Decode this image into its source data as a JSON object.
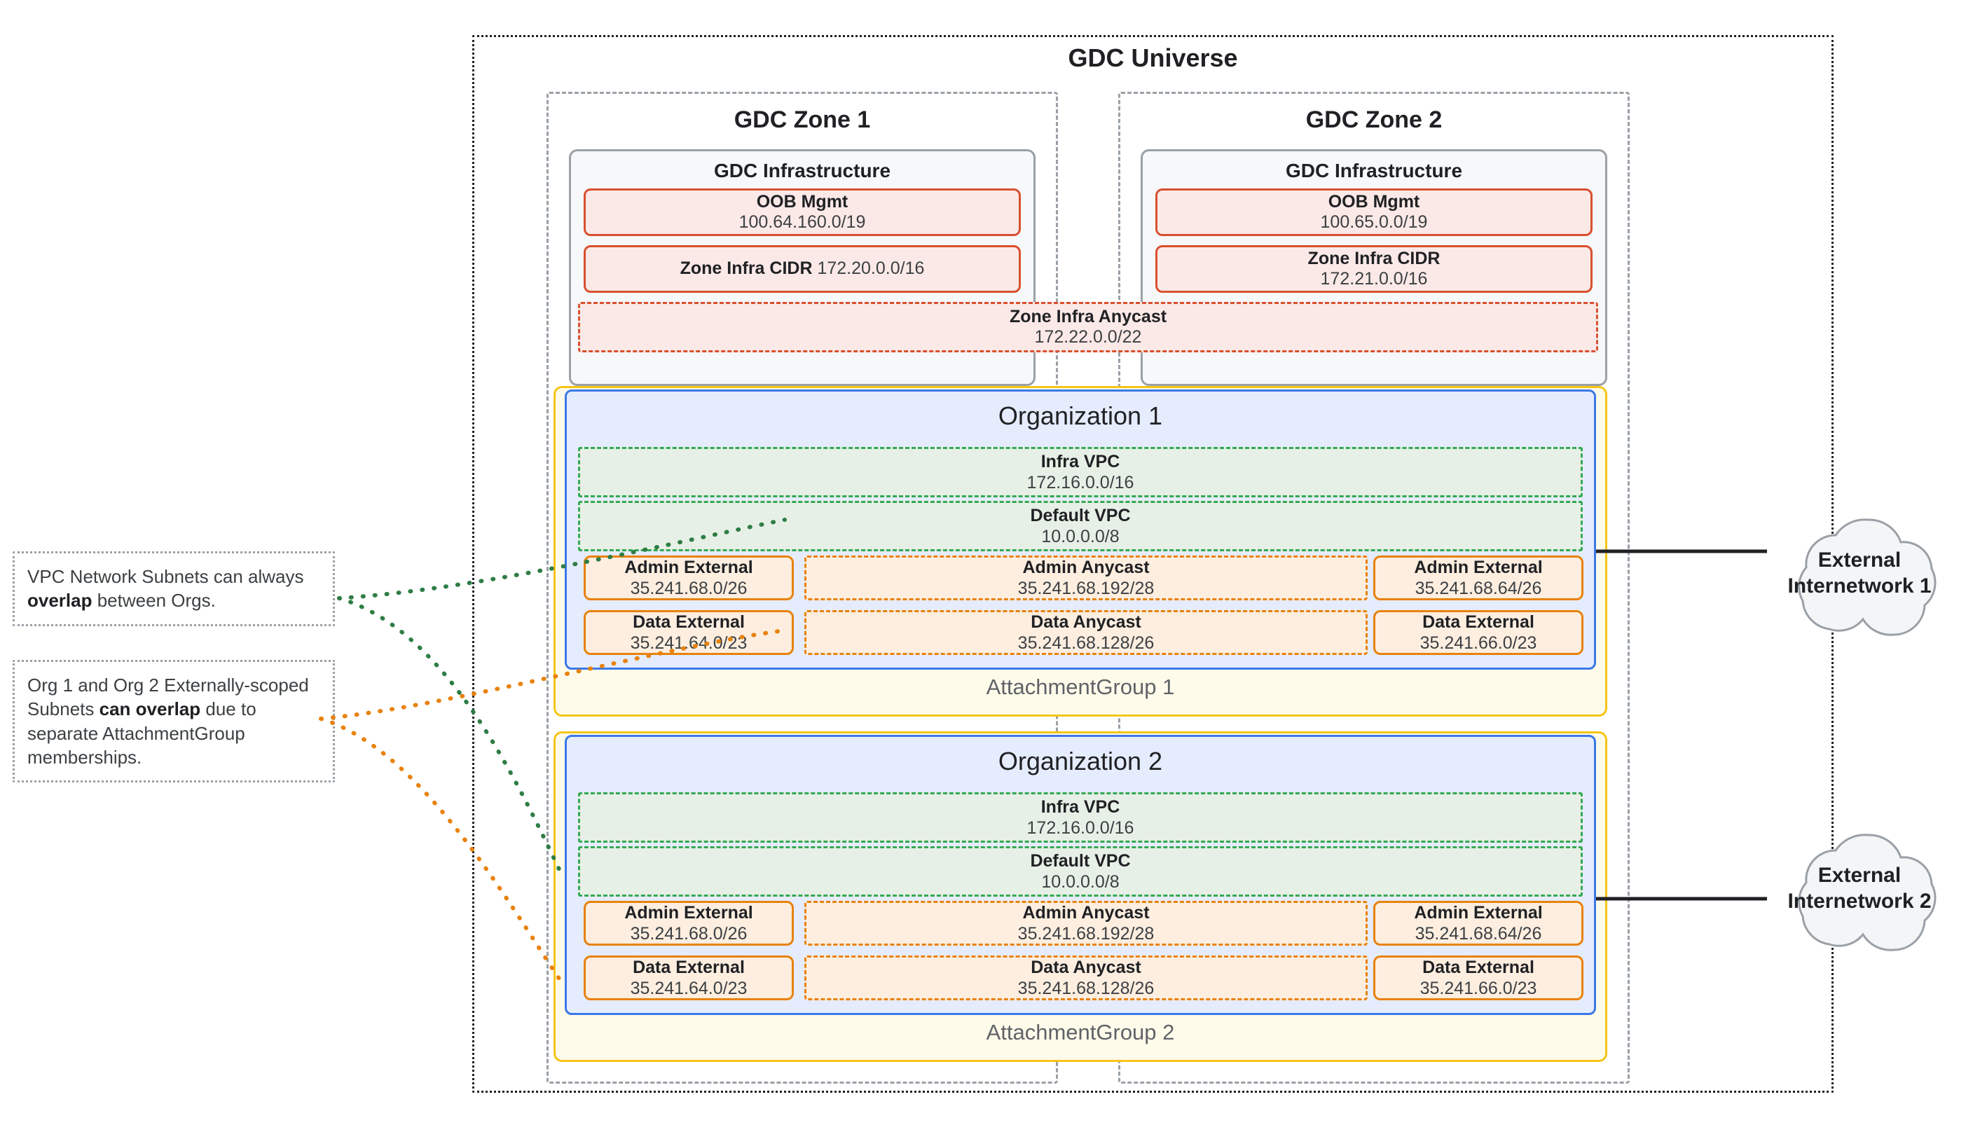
{
  "universe": {
    "title": "GDC Universe"
  },
  "zones": [
    {
      "title": "GDC Zone 1",
      "infra_title": "GDC Infrastructure",
      "oob": {
        "label": "OOB Mgmt",
        "cidr": "100.64.160.0/19"
      },
      "zone_infra_cidr": {
        "label": "Zone Infra CIDR",
        "cidr": "172.20.0.0/16"
      }
    },
    {
      "title": "GDC Zone 2",
      "infra_title": "GDC Infrastructure",
      "oob": {
        "label": "OOB Mgmt",
        "cidr": "100.65.0.0/19"
      },
      "zone_infra_cidr": {
        "label": "Zone Infra CIDR",
        "cidr": "172.21.0.0/16"
      }
    }
  ],
  "zone_infra_anycast": {
    "label": "Zone Infra Anycast",
    "cidr": "172.22.0.0/22"
  },
  "attachment_groups": [
    {
      "label": "AttachmentGroup 1"
    },
    {
      "label": "AttachmentGroup 2"
    }
  ],
  "organizations": [
    {
      "title": "Organization 1",
      "infra_vpc": {
        "label": "Infra VPC",
        "cidr": "172.16.0.0/16"
      },
      "default_vpc": {
        "label": "Default VPC",
        "cidr": "10.0.0.0/8"
      },
      "admin_external_left": {
        "label": "Admin External",
        "cidr": "35.241.68.0/26"
      },
      "admin_anycast": {
        "label": "Admin Anycast",
        "cidr": "35.241.68.192/28"
      },
      "admin_external_right": {
        "label": "Admin External",
        "cidr": "35.241.68.64/26"
      },
      "data_external_left": {
        "label": "Data External",
        "cidr": "35.241.64.0/23"
      },
      "data_anycast": {
        "label": "Data Anycast",
        "cidr": "35.241.68.128/26"
      },
      "data_external_right": {
        "label": "Data External",
        "cidr": "35.241.66.0/23"
      }
    },
    {
      "title": "Organization 2",
      "infra_vpc": {
        "label": "Infra VPC",
        "cidr": "172.16.0.0/16"
      },
      "default_vpc": {
        "label": "Default VPC",
        "cidr": "10.0.0.0/8"
      },
      "admin_external_left": {
        "label": "Admin External",
        "cidr": "35.241.68.0/26"
      },
      "admin_anycast": {
        "label": "Admin Anycast",
        "cidr": "35.241.68.192/28"
      },
      "admin_external_right": {
        "label": "Admin External",
        "cidr": "35.241.68.64/26"
      },
      "data_external_left": {
        "label": "Data External",
        "cidr": "35.241.64.0/23"
      },
      "data_anycast": {
        "label": "Data Anycast",
        "cidr": "35.241.68.128/26"
      },
      "data_external_right": {
        "label": "Data External",
        "cidr": "35.241.66.0/23"
      }
    }
  ],
  "callouts": [
    {
      "pre": "VPC Network Subnets can always ",
      "strong": "overlap",
      "post": " between Orgs.",
      "connector_color": "#2e7d45"
    },
    {
      "pre": "Org 1 and Org 2 Externally-scoped Subnets ",
      "strong": "can overlap",
      "post": " due to separate AttachmentGroup memberships.",
      "connector_color": "#e8820c"
    }
  ],
  "clouds": [
    {
      "line1": "External",
      "line2": "Internetwork 1"
    },
    {
      "line1": "External",
      "line2": "Internetwork 2"
    }
  ],
  "colors": {
    "universe_border": "#202124",
    "zone_border": "#9aa0a6",
    "infra_border": "#9aa0a6",
    "infra_fill": "#f6f8fa",
    "red_border": "#d9502f",
    "red_fill": "#fbe9e7",
    "attachment_border": "#f5c518",
    "attachment_fill": "#fffbea",
    "org_border": "#3b78e7",
    "org_fill": "#e5ecfd",
    "vpc_border": "#34a853",
    "vpc_fill": "#e7f0e6",
    "subnet_border": "#e8820c",
    "subnet_fill": "#fdeee0",
    "cloud_fill": "#f3f5f7",
    "cloud_border": "#9aa0a6"
  }
}
